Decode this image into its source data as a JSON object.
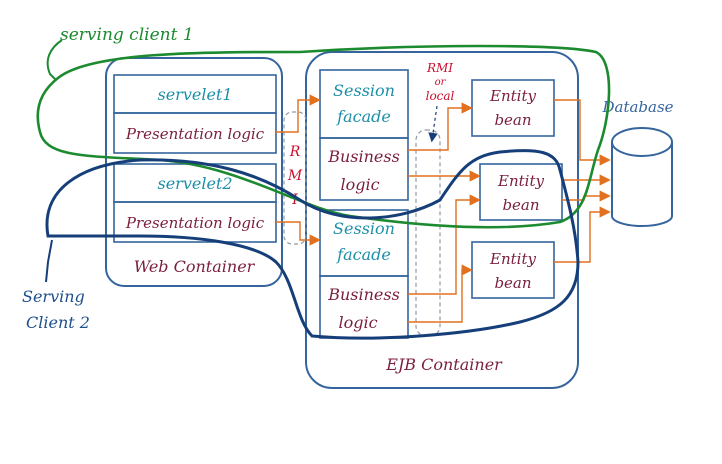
{
  "colors": {
    "box_stroke": "#35659c",
    "teal_text": "#1e8fa8",
    "maroon_text": "#7a1f3d",
    "red_text": "#c8102e",
    "arrow": "#e2701e",
    "green_loop": "#1c8a2e",
    "navy_loop": "#163f7a",
    "navy_text": "#1d4f8a"
  },
  "labels": {
    "serving_client_1": "serving client 1",
    "serving_client_2_line1": "Serving",
    "serving_client_2_line2": "Client 2",
    "web_container": "Web Container",
    "ejb_container": "EJB Container",
    "database": "Database",
    "rmi_local_1": "RMI",
    "rmi_local_2": "or",
    "rmi_local_3": "local",
    "rmi_vertical": [
      "R",
      "M",
      "I"
    ]
  },
  "web_container": {
    "groups": [
      {
        "servlet": "servelet1",
        "presentation": "Presentation logic"
      },
      {
        "servlet": "servelet2",
        "presentation": "Presentation logic"
      }
    ]
  },
  "ejb_container": {
    "sessions": [
      {
        "facade_1": "Session",
        "facade_2": "facade",
        "business_1": "Business",
        "business_2": "logic"
      },
      {
        "facade_1": "Session",
        "facade_2": "facade",
        "business_1": "Business",
        "business_2": "logic"
      }
    ],
    "entities": [
      {
        "line1": "Entity",
        "line2": "bean"
      },
      {
        "line1": "Entity",
        "line2": "bean"
      },
      {
        "line1": "Entity",
        "line2": "bean"
      }
    ]
  }
}
